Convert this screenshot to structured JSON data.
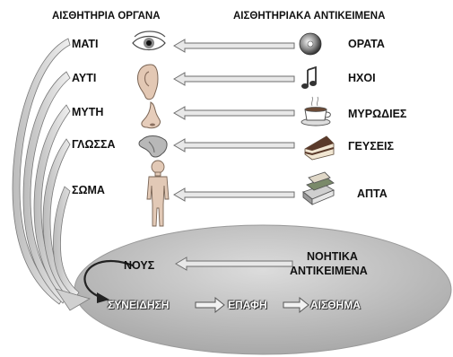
{
  "headers": {
    "sense_organs": "ΑΙΣΘΗΤΗΡΙΑ ΟΡΓΑΝΑ",
    "sense_objects": "ΑΙΣΘΗΤΗΡΙΑΚΑ ΑΝΤΙΚΕΙΜΕΝΑ"
  },
  "rows": [
    {
      "organ": "ΜΑΤΙ",
      "object": "ΟΡΑΤΑ",
      "organ_icon": "eye-icon",
      "object_icon": "disc-icon"
    },
    {
      "organ": "ΑΥΤΙ",
      "object": "ΗΧΟΙ",
      "organ_icon": "ear-icon",
      "object_icon": "music-note-icon"
    },
    {
      "organ": "ΜΥΤΗ",
      "object": "ΜΥΡΩΔΙΕΣ",
      "organ_icon": "nose-icon",
      "object_icon": "coffee-cup-icon"
    },
    {
      "organ": "ΓΛΩΣΣΑ",
      "object": "ΓΕΥΣΕΙΣ",
      "organ_icon": "tongue-icon",
      "object_icon": "cake-icon"
    },
    {
      "organ": "ΣΩΜΑ",
      "object": "ΑΠΤΑ",
      "organ_icon": "body-icon",
      "object_icon": "books-icon"
    }
  ],
  "mind": {
    "label": "ΝΟΥΣ",
    "objects_line1": "ΝΟΗΤΙΚΑ",
    "objects_line2": "ΑΝΤΙΚΕΙΜΕΝΑ"
  },
  "flow": {
    "step1": "ΣΥΝΕΙΔΗΣΗ",
    "step2": "ΕΠΑΦΗ",
    "step3": "ΑΙΣΘΗΜΑ"
  },
  "colors": {
    "ellipse_fill": "#c4c4c4",
    "arrow_fill": "#e8e8e8",
    "arrow_stroke": "#6e6e6e",
    "curve_fill": "#d9d9d9"
  }
}
